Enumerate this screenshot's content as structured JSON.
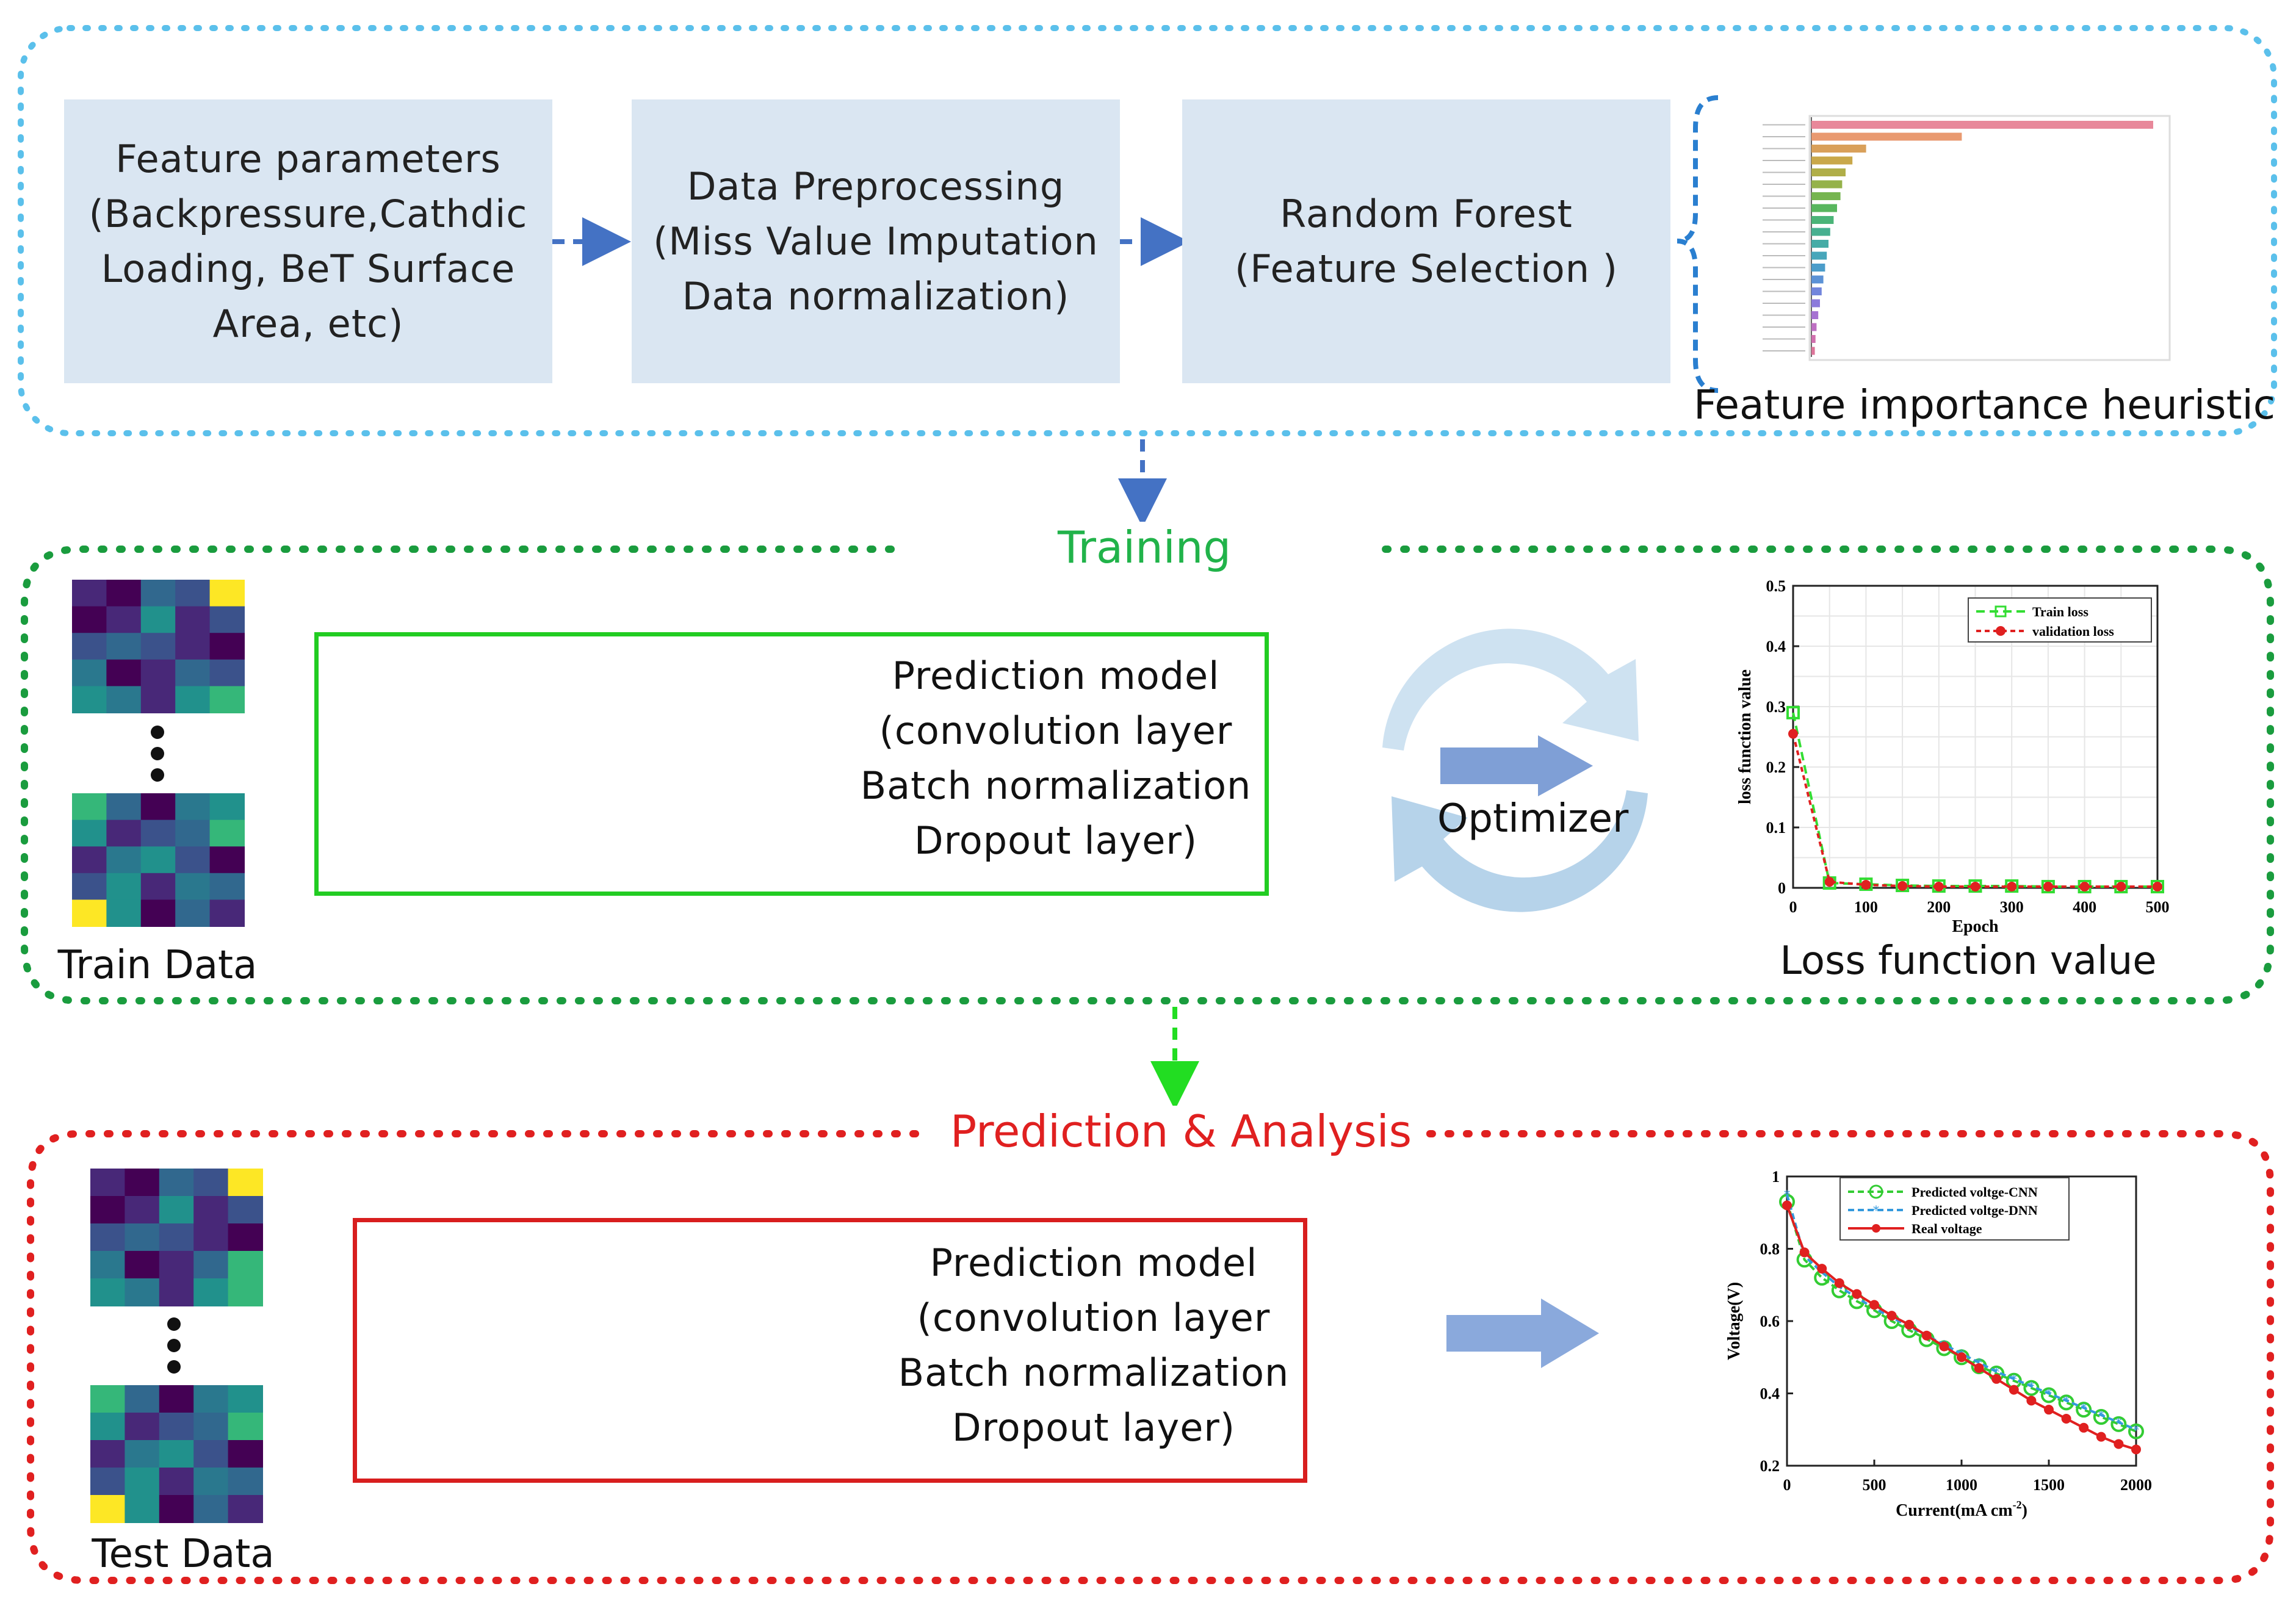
{
  "colors": {
    "feature_border": "#5bc0eb",
    "training_border": "#1a9c3e",
    "training_title": "#21b34a",
    "prediction_border": "#e02020",
    "prediction_title": "#e02020",
    "box_fill": "#dae6f2",
    "arrow_blue": "#4472c4",
    "arrow_green": "#22dd22",
    "model_box_green": "#22cc22",
    "model_box_red": "#d81e1e"
  },
  "feature_section": {
    "boxes": [
      {
        "lines": [
          "Feature parameters",
          "(Backpressure,Cathdic",
          "Loading, BeT Surface",
          "Area, etc)"
        ]
      },
      {
        "lines": [
          "Data Preprocessing",
          "(Miss Value Imputation",
          "Data normalization)"
        ]
      },
      {
        "lines": [
          "Random Forest",
          "(Feature Selection )"
        ]
      }
    ],
    "importance_caption": "Feature importance heuristic",
    "importance_chart": {
      "bars": [
        {
          "value": 1.0,
          "color": "#e8889a"
        },
        {
          "value": 0.44,
          "color": "#e99a70"
        },
        {
          "value": 0.16,
          "color": "#d9a05a"
        },
        {
          "value": 0.12,
          "color": "#c9a84a"
        },
        {
          "value": 0.1,
          "color": "#b0ae48"
        },
        {
          "value": 0.09,
          "color": "#95b24a"
        },
        {
          "value": 0.085,
          "color": "#76b550"
        },
        {
          "value": 0.075,
          "color": "#58b65e"
        },
        {
          "value": 0.065,
          "color": "#4bb478"
        },
        {
          "value": 0.055,
          "color": "#47b090"
        },
        {
          "value": 0.05,
          "color": "#46aca6"
        },
        {
          "value": 0.045,
          "color": "#47a6ba"
        },
        {
          "value": 0.04,
          "color": "#4c9dca"
        },
        {
          "value": 0.035,
          "color": "#5c92d6"
        },
        {
          "value": 0.03,
          "color": "#7386dc"
        },
        {
          "value": 0.025,
          "color": "#8c7bdb"
        },
        {
          "value": 0.02,
          "color": "#a673d2"
        },
        {
          "value": 0.015,
          "color": "#bd6fc2"
        },
        {
          "value": 0.012,
          "color": "#d070ae"
        },
        {
          "value": 0.01,
          "color": "#dc7499"
        }
      ]
    }
  },
  "training_section": {
    "title": "Training",
    "train_data_label": "Train Data",
    "model_lines": [
      "Prediction model",
      "(convolution layer",
      "Batch normalization",
      "Dropout layer)"
    ],
    "optimizer_label": "Optimizer",
    "loss_caption": "Loss function value",
    "loss_plot": {
      "ylabel": "loss function value",
      "xlabel": "Epoch",
      "xticks": [
        "0",
        "100",
        "200",
        "300",
        "400",
        "500"
      ],
      "yticks": [
        "0",
        "0.1",
        "0.2",
        "0.3",
        "0.4",
        "0.5"
      ],
      "legend": [
        "Train loss",
        "validation loss"
      ]
    }
  },
  "prediction_section": {
    "title": "Prediction & Analysis",
    "test_data_label": "Test Data",
    "model_lines": [
      "Prediction model",
      "(convolution layer",
      "Batch normalization",
      "Dropout layer)"
    ],
    "voltage_plot": {
      "ylabel": "Voltage(V)",
      "xlabel": "Current(mA cm",
      "xlabel_sup": "-2",
      "xlabel_close": ")",
      "xticks": [
        "0",
        "500",
        "1000",
        "1500",
        "2000"
      ],
      "yticks": [
        "0.2",
        "0.4",
        "0.6",
        "0.8",
        "1"
      ],
      "legend": [
        "Predicted voltge-CNN",
        "Predicted voltge-DNN",
        "Real voltage"
      ]
    }
  },
  "chart_data": [
    {
      "type": "line",
      "title": "",
      "xlabel": "Epoch",
      "ylabel": "loss function value",
      "xlim": [
        0,
        500
      ],
      "ylim": [
        0,
        0.5
      ],
      "grid": true,
      "legend_position": "top-right",
      "x": [
        0,
        50,
        100,
        150,
        200,
        250,
        300,
        350,
        400,
        450,
        500
      ],
      "series": [
        {
          "name": "Train loss",
          "color": "#33dd33",
          "values": [
            0.29,
            0.008,
            0.006,
            0.004,
            0.003,
            0.003,
            0.003,
            0.002,
            0.002,
            0.002,
            0.002
          ]
        },
        {
          "name": "validation loss",
          "color": "#e02020",
          "values": [
            0.255,
            0.01,
            0.005,
            0.003,
            0.002,
            0.002,
            0.002,
            0.002,
            0.002,
            0.002,
            0.002
          ]
        }
      ]
    },
    {
      "type": "line",
      "title": "",
      "xlabel": "Current(mA cm-2)",
      "ylabel": "Voltage(V)",
      "xlim": [
        0,
        2000
      ],
      "ylim": [
        0.2,
        1
      ],
      "grid": false,
      "legend_position": "top-right",
      "x": [
        0,
        100,
        200,
        300,
        400,
        500,
        600,
        700,
        800,
        900,
        1000,
        1100,
        1200,
        1300,
        1400,
        1500,
        1600,
        1700,
        1800,
        1900,
        2000
      ],
      "series": [
        {
          "name": "Predicted voltge-CNN",
          "color": "#33cc33",
          "values": [
            0.93,
            0.77,
            0.72,
            0.685,
            0.655,
            0.63,
            0.6,
            0.575,
            0.55,
            0.525,
            0.5,
            0.475,
            0.455,
            0.435,
            0.415,
            0.395,
            0.375,
            0.355,
            0.335,
            0.315,
            0.295
          ]
        },
        {
          "name": "Predicted voltge-DNN",
          "color": "#3399dd",
          "values": [
            0.95,
            0.78,
            0.735,
            0.695,
            0.665,
            0.635,
            0.61,
            0.585,
            0.56,
            0.535,
            0.51,
            0.485,
            0.46,
            0.44,
            0.42,
            0.4,
            0.38,
            0.36,
            0.34,
            0.32,
            0.3
          ]
        },
        {
          "name": "Real voltage",
          "color": "#e02020",
          "values": [
            0.92,
            0.79,
            0.745,
            0.705,
            0.675,
            0.645,
            0.615,
            0.59,
            0.56,
            0.53,
            0.5,
            0.47,
            0.44,
            0.41,
            0.38,
            0.355,
            0.33,
            0.305,
            0.28,
            0.26,
            0.245
          ]
        }
      ]
    }
  ]
}
